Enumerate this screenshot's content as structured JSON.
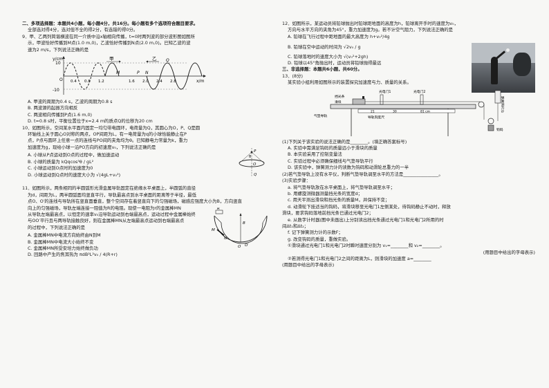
{
  "left": {
    "section2_title": "二、多项选择题：本题共4小题，每小题4分，共16分。每小题有多个选项符合题目要求。",
    "section2_rule": "全部选对得4分，选对但不全的得2分，有选错的得0分。",
    "q9_text1": "9．甲、乙两列简谐横波在同一介质中沿x轴相向传播，t=0时两列波的部分波形图如图所",
    "q9_text2": "示，甲波恰好传播到M点(1.0 m,0)，乙波恰好传播到N点(2.0 m,0)。已知乙波的波",
    "q9_text3": "速为2 m/s，下列说法正确的是",
    "q9_fig": {
      "ylabel": "y/cm",
      "y_pos": "10",
      "y_neg": "-10",
      "xlabel": "x/m",
      "jia": "甲",
      "yi": "乙",
      "M": "M",
      "N": "N",
      "P": "P",
      "Q": "Q",
      "O": "O",
      "ticks": [
        "0.4",
        "0.8",
        "1.2",
        "1.6",
        "2.0",
        "2.4",
        "2.8"
      ]
    },
    "q9_A": "A. 甲波的周期为0.4 s，乙波的周期为0.8 s",
    "q9_B": "B. 两波源的起振方向相反",
    "q9_C": "C. 两波相向传播到P点(1.6 m,0)",
    "q9_D": "D. t=0.8 s时，平衡位置位于x=2.4 m的质点Q的位移为20 cm",
    "q10_text1": "10．如图所示，空间某水平面内固定一均匀带电圆环，电荷量为Q，其圆心为O，P、Q是圆",
    "q10_text2": "环轴线上关于圆心O对称的两点，OP间距为L，有一电荷量为q的小球恰能静止在P",
    "q10_text3": "点，P点与圆环上任意一点的连线与PO间的夹角均为θ。已知静电力常量为k，重力",
    "q10_text4": "加速度为g，现给小球一沿PO方向的初速度v₀，下列说法正确的是",
    "q10_A": "A. 小球从P点运动到O点的过程中，做加速运动",
    "q10_B": "B. 小球的质量为 kQqcos³θ / gL²",
    "q10_C": "C. 小球运动到O点时的加速度为0",
    "q10_D": "D. 小球运动到Q点时的速度大小为 √(4gL+v₀²)",
    "q10_fig": {
      "P": "P",
      "O": "O",
      "Q": "Q",
      "theta": "θ"
    },
    "q11_text1": "11．如图所示，两条相同的半圆弧形光滑金属导轨固定在绝缘水平桌面上，半圆弧的直径",
    "q11_text2": "为d，间距为L，两半圆弧面均竖直平行，导轨最高点到水平桌面的距离等于半径，最低",
    "q11_text3": "点O、O′的连线与导轨所在竖直面垂直，整个空间存在着竖直向下的匀强磁场，磁感应强度大小为B，方向竖直",
    "q11_text4": "向上的匀强磁场，导轨左端连接一阻值为R的电阻。现使一电阻为r的金属棒MN",
    "q11_text5": "从导轨左端最高点，以恒定的速率v₀沿导轨运动到右端最高点，运动过程中金属棒始终",
    "q11_text6": "与OO′平行且与两导轨接触良好，则在金属棒MN从左端最高点运动到右端最高点",
    "q11_text7": "的过程中，下列说法正确的是",
    "q11_A": "A. 金属棒MN中电流方向始终由N到M",
    "q11_B": "B. 金属棒MN中电流大小始终不变",
    "q11_C": "C. 金属棒MN所受安培力始终做负功",
    "q11_D": "D. 回路中产生的焦耳热为 πdB²L²v₀ / 4(R+r)",
    "q11_fig": {
      "R": "R",
      "B": "B",
      "M": "M",
      "N": "N",
      "O": "O",
      "O2": "O′"
    }
  },
  "right": {
    "q12_text1": "12．如图所示，某运动员将铅球抛出时铅球距地面的高度为h，铅球离开手时的速度为v₀，",
    "q12_text2": "方向与水平方向的夹角为45°，重力加速度为g。若不计空气阻力，下列说法正确的是",
    "q12_A": "A. 铅球在飞行过程中距地面的最大高度为 h+v₀²/4g",
    "q12_B": "B. 铅球在空中运动的时间为 √2v₀ / g",
    "q12_C": "C. 铅球落地时的速度大小为 √(v₀²+2gh)",
    "q12_D": "D. 铅球以45°角抛出时，运动员将铅球抛得最远",
    "section3_title": "三、非选择题：本题共6小题，共60分。",
    "q13_head": "13．(8分)",
    "q13_intro": "某实验小组利用如图所示的装置探究加速度与力、质量的关系。",
    "q13_fig": {
      "l1": "光电门1",
      "l2": "光电门2",
      "l3": "挡光条",
      "l4": "滑块",
      "l5": "气垫导轨",
      "l6": "导轨刻度尺",
      "l7": "弹簧测力计",
      "l8": "钩码",
      "t1": "21",
      "t2": "30",
      "t3": "81 cm"
    },
    "q13_s1": "(1)下列关于该实验的说法正确的是________。(填正确答案标号)",
    "q13_A": "A. 实验中需满足钩码的质量远小于滑块的质量",
    "q13_B": "B. 本实验采用了控制变量法",
    "q13_C": "C. 实验过程中必须确保细线与气垫导轨平行",
    "q13_D": "D. 该实验中，弹簧测力计的读数为钩码和动滑轮总重力的一半",
    "q13_s2": "(2)若气垫导轨上没有水平仪，判断气垫导轨调至水平的方法是________________。",
    "q13_s3": "(3)实验步骤：",
    "q13_a": "a. 将气垫导轨放在水平桌面上，将气垫导轨调至水平；",
    "q13_b": "b. 用螺旋测微器测量挡光条的宽度d；",
    "q13_c": "c. 用天平测出滑块和挡光条的质量M，并保持不变；",
    "q13_d": "d. 动滑轮下挂适当的钩码，将滑块移至光电门1左侧某处，待钩码静止不动时，释放",
    "q13_d2": "滑块，要求钩码落地前挡光条已通过光电门2；",
    "q13_e": "e. 从数字计时器(图中未画出)上分别读出挡光条通过光电门1和光电门2所用的时",
    "q13_e2": "间Δt₁和Δt₂；",
    "q13_f": "f. 记下弹簧测力计的示数F；",
    "q13_g": "g. 改变钩码的质量，重做实验。",
    "q13_s4": "①滑块通过光电门1和光电门2时瞬时速度分别为 v₁=________和 v₂=________。",
    "q13_s4b": "(用题目中给出的字母表示)",
    "q13_s5": "②若测得光电门1和光电门2之间的距离为L，则滑块的加速度 a=________",
    "q13_s5b": "(用题目中给出的字母表示)"
  }
}
